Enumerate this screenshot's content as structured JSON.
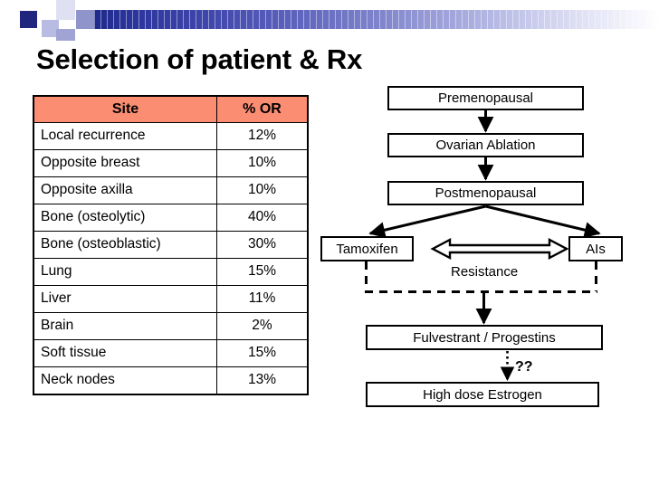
{
  "slide": {
    "title": "Selection of patient & Rx",
    "accent_header_color": "#1f2a8c",
    "table_header_color": "#FB8D73"
  },
  "table": {
    "name": "site-or-table",
    "columns": [
      "Site",
      "% OR"
    ],
    "rows": [
      {
        "site": "Local recurrence",
        "or": "12%"
      },
      {
        "site": "Opposite breast",
        "or": "10%"
      },
      {
        "site": "Opposite axilla",
        "or": "10%"
      },
      {
        "site": "Bone (osteolytic)",
        "or": "40%"
      },
      {
        "site": "Bone (osteoblastic)",
        "or": "30%"
      },
      {
        "site": "Lung",
        "or": "15%"
      },
      {
        "site": "Liver",
        "or": "11%"
      },
      {
        "site": "Brain",
        "or": "2%"
      },
      {
        "site": "Soft tissue",
        "or": "15%"
      },
      {
        "site": "Neck nodes",
        "or": "13%"
      }
    ]
  },
  "flowchart": {
    "boxes": {
      "premenopausal": "Premenopausal",
      "ovarian_ablation": "Ovarian Ablation",
      "postmenopausal": "Postmenopausal",
      "tamoxifen": "Tamoxifen",
      "ais": "AIs",
      "fulvestrant": "Fulvestrant / Progestins",
      "high_dose_estrogen": "High dose Estrogen"
    },
    "labels": {
      "resistance": "Resistance",
      "question": "??"
    }
  }
}
